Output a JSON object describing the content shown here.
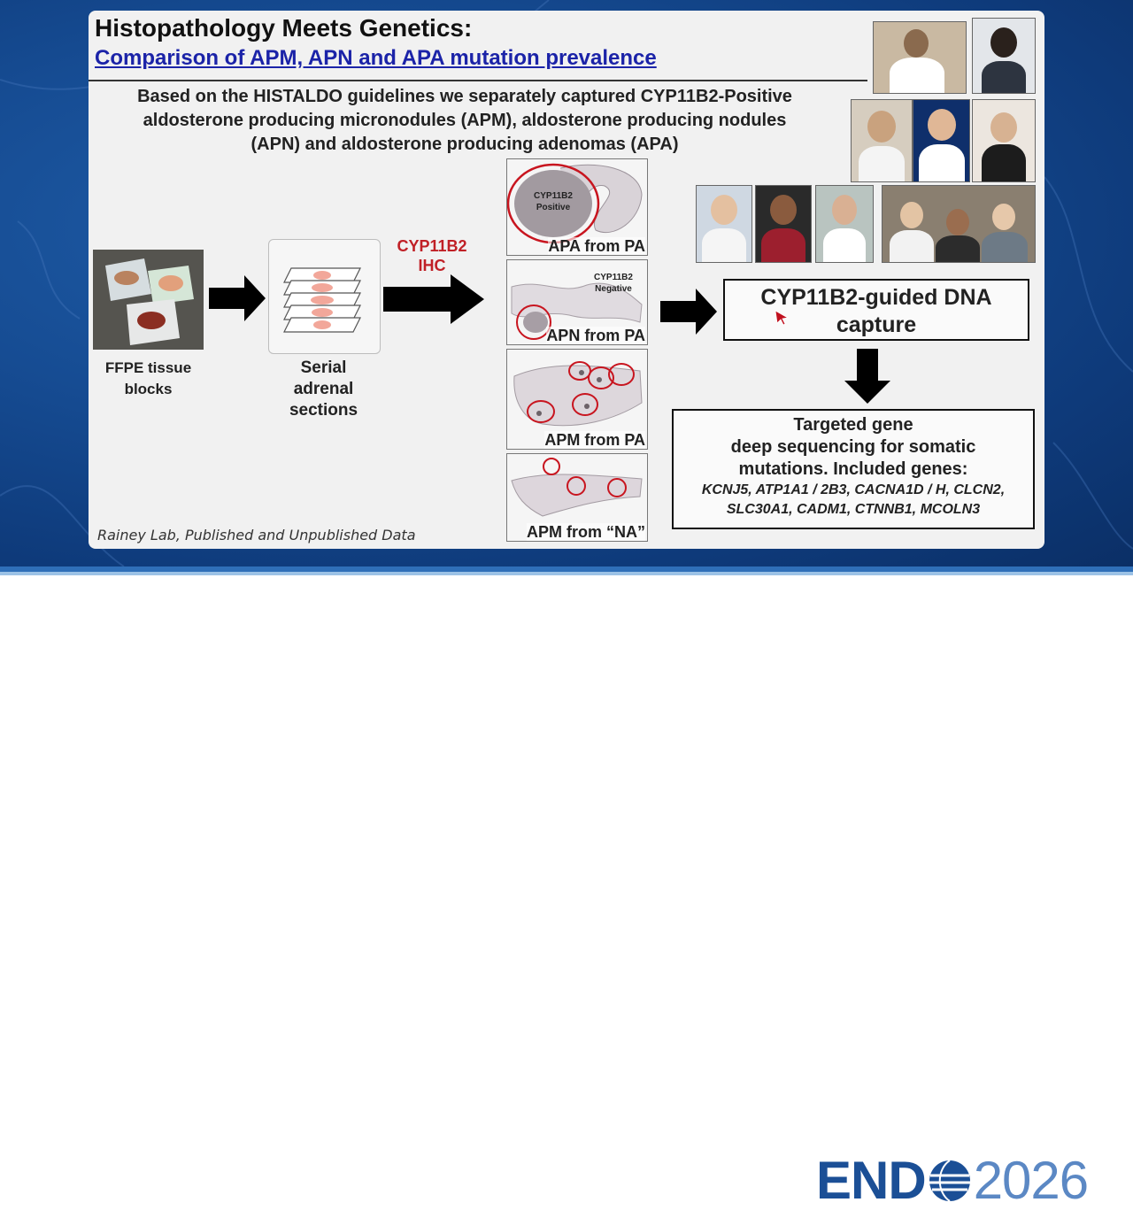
{
  "slide": {
    "title": "Histopathology Meets Genetics:",
    "subtitle": "Comparison of APM, APN and APA mutation prevalence",
    "intro": "Based on the HISTALDO guidelines we separately captured CYP11B2-Positive aldosterone producing micronodules (APM), aldosterone producing nodules (APN) and aldosterone producing adenomas (APA)",
    "intro_lines": [
      "Based on the HISTALDO guidelines we separately captured CYP11B2-Positive",
      "aldosterone producing micronodules (APM), aldosterone producing nodules",
      "(APN) and aldosterone producing adenomas (APA)"
    ],
    "ffpe_caption": [
      "FFPE tissue",
      "blocks"
    ],
    "serial_caption": [
      "Serial",
      "adrenal",
      "sections"
    ],
    "ihc_label": [
      "CYP11B2",
      "IHC"
    ],
    "panels": [
      {
        "label": "APA from PA",
        "inset": [
          "CYP11B2",
          "Positive"
        ]
      },
      {
        "label": "APN from PA",
        "inset": [
          "CYP11B2",
          "Negative"
        ]
      },
      {
        "label": "APM from PA"
      },
      {
        "label": "APM from “NA”"
      }
    ],
    "capture_box": [
      "CYP11B2-guided DNA",
      "capture"
    ],
    "sequencing_box": {
      "lines": [
        "Targeted gene",
        "deep sequencing for somatic",
        "mutations. Included genes:"
      ],
      "genes": [
        "KCNJ5, ATP1A1 / 2B3, CACNA1D / H, CLCN2,",
        "SLC30A1, CADM1, CTNNB1, MCOLN3"
      ]
    },
    "credit": "Rainey Lab, Published and Unpublished Data"
  },
  "footer": {
    "logo_left": "END",
    "logo_right": "2026"
  },
  "colors": {
    "background_blue": "#164c93",
    "title_link": "#1b23a8",
    "ihc_red": "#c02026",
    "logo_dark": "#1b4f96",
    "logo_light": "#5b88c4"
  }
}
